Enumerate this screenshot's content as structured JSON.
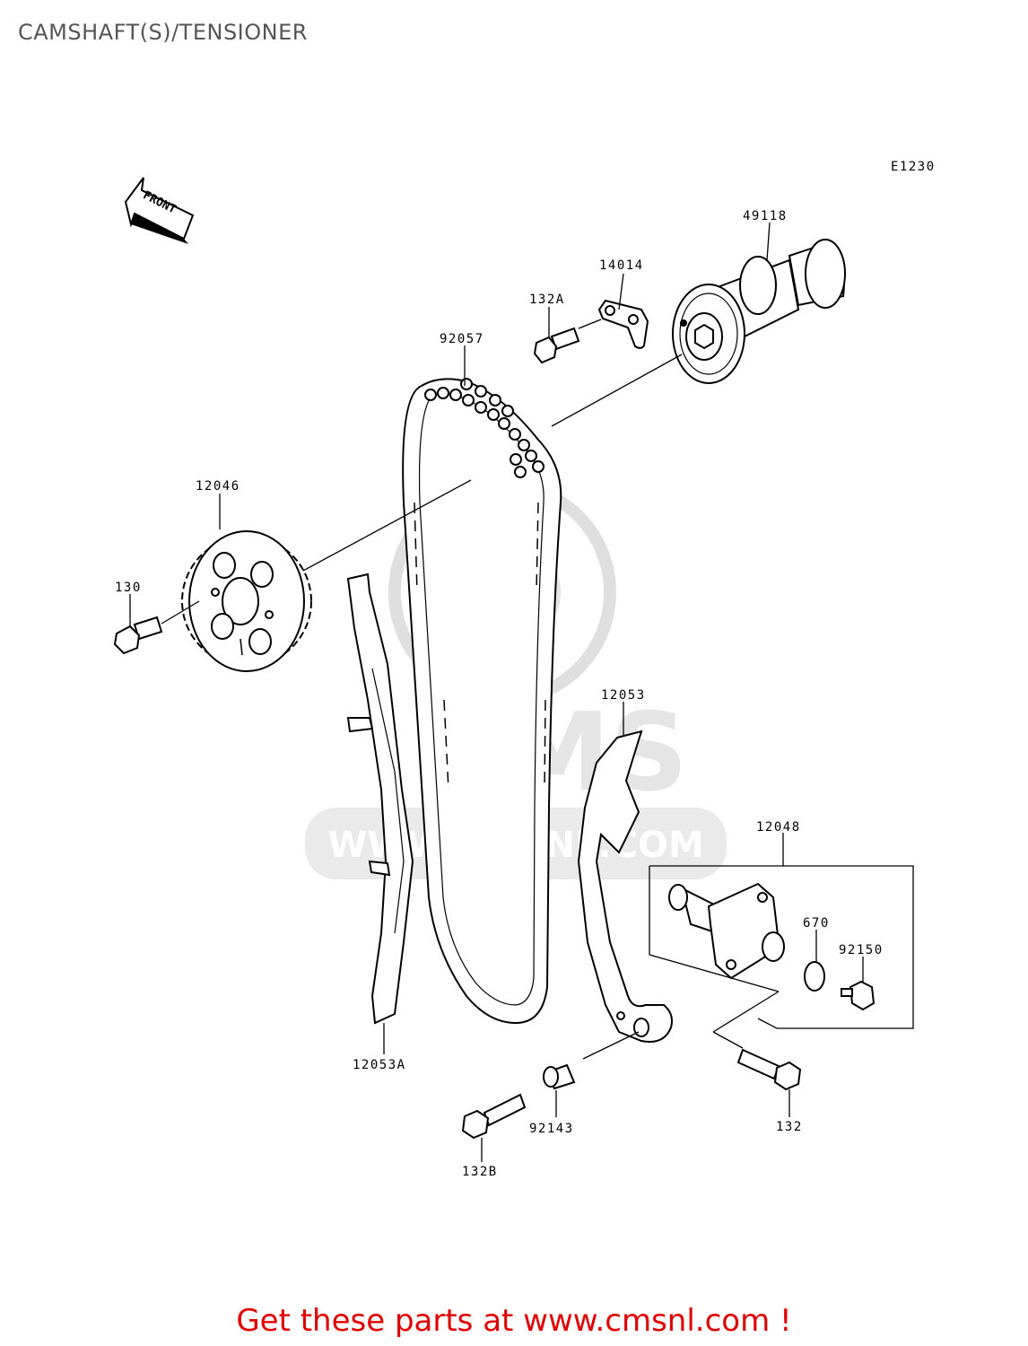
{
  "title": "CAMSHAFT(S)/TENSIONER",
  "figure_code": "E1230",
  "front_marker": "FRONT",
  "watermark": "WWW.CMSNL.COM",
  "parts": [
    {
      "id": "49118"
    },
    {
      "id": "14014"
    },
    {
      "id": "132A"
    },
    {
      "id": "92057"
    },
    {
      "id": "12046"
    },
    {
      "id": "130"
    },
    {
      "id": "12053"
    },
    {
      "id": "12048"
    },
    {
      "id": "670"
    },
    {
      "id": "92150"
    },
    {
      "id": "12053A"
    },
    {
      "id": "92143"
    },
    {
      "id": "132"
    },
    {
      "id": "132B"
    }
  ],
  "footer": "Get these parts at www.cmsnl.com !",
  "colors": {
    "title": "#555555",
    "footer": "#e00000",
    "watermark": "#d9d9d9"
  }
}
